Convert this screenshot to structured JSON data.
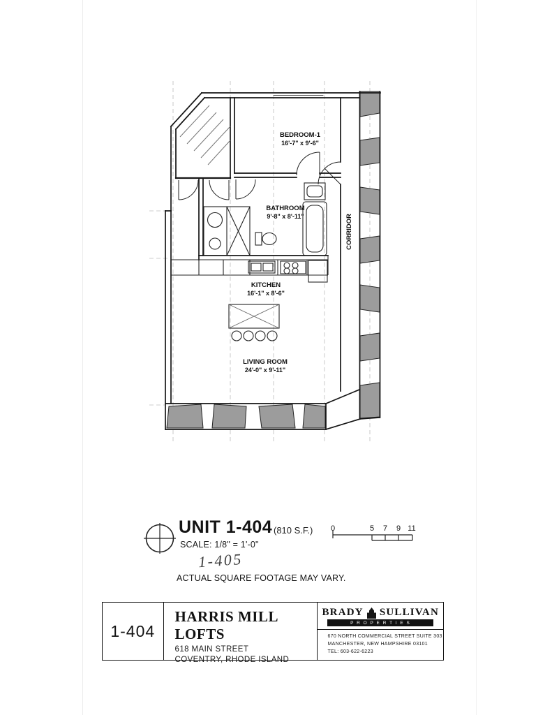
{
  "doc": {
    "plan": {
      "rooms": [
        {
          "name": "BEDROOM-1",
          "dims": "16'-7\" x 9'-6\""
        },
        {
          "name": "BATHROOM",
          "dims": "9'-8\" x 8'-11\""
        },
        {
          "name": "KITCHEN",
          "dims": "16'-1\" x 8'-6\""
        },
        {
          "name": "LIVING ROOM",
          "dims": "24'-0\" x 9'-11\""
        }
      ],
      "corridor": "CORRIDOR"
    },
    "title": {
      "unit": "UNIT 1-404",
      "area": "(810 S.F.)",
      "scale": "SCALE: 1/8\" = 1'-0\"",
      "handwritten": "1-405",
      "disclaimer": "ACTUAL SQUARE FOOTAGE MAY VARY."
    },
    "scale_bar": {
      "ticks": [
        "0",
        "5",
        "7",
        "9",
        "11"
      ]
    },
    "title_block": {
      "unit_number": "1-404",
      "property": "HARRIS MILL LOFTS",
      "street": "618 MAIN STREET",
      "city": "COVENTRY, RHODE ISLAND",
      "firm": {
        "brady": "BRADY",
        "sullivan": "SULLIVAN",
        "properties": "P R O P E R T I E S",
        "addr1": "670 NORTH COMMERCIAL STREET SUITE 303",
        "addr2": "MANCHESTER, NEW HAMPSHIRE 03101",
        "addr3": "TEL: 603-622-6223"
      }
    },
    "colors": {
      "stone": "#9c9c9c",
      "ink": "#151515"
    }
  }
}
